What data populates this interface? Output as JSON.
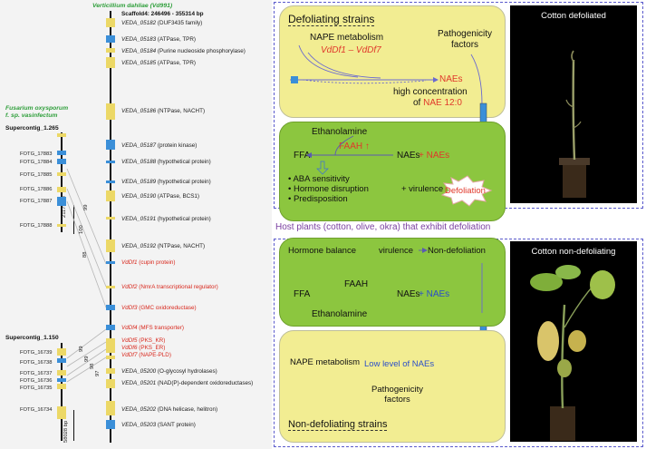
{
  "genome": {
    "vd_title": "Verticillium dahliae (Vd991)",
    "scaffold": "Scaffold4: 246496 - 355314 bp",
    "fo_title_1": "Fusarium oxysporum",
    "fo_title_2": "f. sp. vasinfectum",
    "supercontig1": "Supercontig_1.265",
    "supercontig2": "Supercontig_1.150",
    "scale1": "21175 bp",
    "scale2": "58028 bp",
    "vd_genes": [
      {
        "id": "VEDA_05182",
        "desc": "(DUF3435 family)",
        "red": false
      },
      {
        "id": "VEDA_05183",
        "desc": "(ATPase, TPR)",
        "red": false
      },
      {
        "id": "VEDA_05184",
        "desc": "(Purine nucleoside phosphorylase)",
        "red": false
      },
      {
        "id": "VEDA_05185",
        "desc": "(ATPase, TPR)",
        "red": false
      },
      {
        "id": "VEDA_05186",
        "desc": "(NTPase, NACHT)",
        "red": false
      },
      {
        "id": "VEDA_05187",
        "desc": "(protein kinase)",
        "red": false
      },
      {
        "id": "VEDA_05188",
        "desc": "(hypothetical protein)",
        "red": false
      },
      {
        "id": "VEDA_05189",
        "desc": "(hypothetical protein)",
        "red": false
      },
      {
        "id": "VEDA_05190",
        "desc": "(ATPase, BCS1)",
        "red": false
      },
      {
        "id": "VEDA_05191",
        "desc": "(hypothetical protein)",
        "red": false
      },
      {
        "id": "VEDA_05192",
        "desc": "(NTPase, NACHT)",
        "red": false
      },
      {
        "id": "VdDf1",
        "desc": "(cupin protein)",
        "red": true
      },
      {
        "id": "VdDf2",
        "desc": "(NmrA transcriptional regulator)",
        "red": true
      },
      {
        "id": "VdDf3",
        "desc": "(GMC oxidoreductase)",
        "red": true
      },
      {
        "id": "VdDf4",
        "desc": "(MFS transporter)",
        "red": true
      },
      {
        "id": "VdDf5",
        "desc": "(PKS_KR)",
        "red": true
      },
      {
        "id": "VdDf6",
        "desc": "(PKS_ER)",
        "red": true
      },
      {
        "id": "VdDf7",
        "desc": "(NAPE-PLD)",
        "red": true
      },
      {
        "id": "VEDA_05200",
        "desc": "(O-glycosyl hydrolases)",
        "red": false
      },
      {
        "id": "VEDA_05201",
        "desc": "(NAD(P)-dependent oxidoreductases)",
        "red": false
      },
      {
        "id": "VEDA_05202",
        "desc": "(DNA helicase, helitron)",
        "red": false
      },
      {
        "id": "VEDA_05203",
        "desc": "(SANT protein)",
        "red": false
      }
    ],
    "fotg_top": [
      "FOTG_17883",
      "FOTG_17884",
      "FOTG_17885",
      "FOTG_17886",
      "FOTG_17887",
      "FOTG_17888"
    ],
    "fotg_bottom": [
      "FOTG_16739",
      "FOTG_16738",
      "FOTG_16737",
      "FOTG_16736",
      "FOTG_16735",
      "FOTG_16734"
    ],
    "ident_top": [
      "99",
      "100",
      "88"
    ],
    "ident_bottom": [
      "99",
      "99",
      "98",
      "97"
    ]
  },
  "model": {
    "defol_strains": "Defoliating strains",
    "nape_metabolism": "NAPE metabolism",
    "vddf_range": "VdDf1 – VdDf7",
    "pathogenicity": "Pathogenicity",
    "factors": "factors",
    "naes": "NAEs",
    "high_conc": "high concentration",
    "of": "of",
    "nae120": "NAE 12:0",
    "ethanolamine": "Ethanolamine",
    "ffa": "FFA",
    "faah_up": "FAAH ↑",
    "naes_plus": "NAEs",
    "plus_naes": "+ NAEs",
    "bullet1": "ABA sensitivity",
    "bullet2": "Hormone disruption",
    "bullet3": "Predisposition",
    "plus_virulence": "+ virulence",
    "defoliation": "Defoliation",
    "host_plants": "Host plants (cotton, olive, okra) that exhibit defoliation",
    "hormone_balance": "Hormone balance",
    "virulence": "virulence",
    "non_defoliation": "Non-defoliation",
    "ffa2": "FFA",
    "faah": "FAAH",
    "naes2": "NAEs",
    "plus_naes2": "+ NAEs",
    "ethanolamine2": "Ethanolamine",
    "nape_metabolism2": "NAPE metabolism",
    "low_level": "Low level of NAEs",
    "pathogenicity2": "Pathogenicity",
    "factors2": "factors",
    "nondefol_strains": "Non-defoliating strains"
  },
  "photos": {
    "top_title": "Cotton defoliated",
    "bottom_title": "Cotton non-defoliating"
  }
}
